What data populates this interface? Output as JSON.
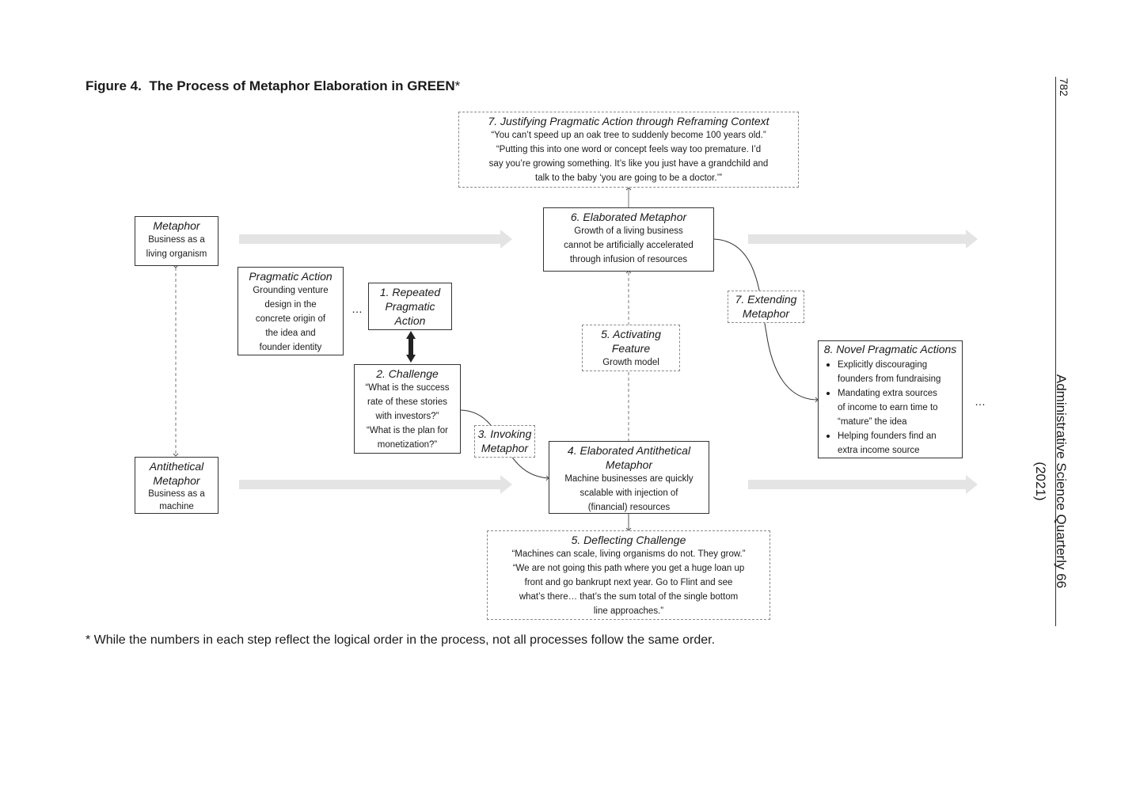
{
  "figure": {
    "label": "Figure 4.",
    "title": "The Process of Metaphor Elaboration in GREEN",
    "title_marker": "*",
    "footnote": "* While the numbers in each step reflect the logical order in the process, not all processes follow the same order."
  },
  "journal": {
    "name": "Administrative Science Quarterly 66 (2021)",
    "page": "782"
  },
  "boxes": {
    "metaphor": {
      "title": "Metaphor",
      "text": "Business as a\nliving organism"
    },
    "antithetical": {
      "title": "Antithetical\nMetaphor",
      "text": "Business as a\nmachine"
    },
    "pragmatic_action": {
      "title": "Pragmatic Action",
      "text": "Grounding venture\ndesign in the\nconcrete origin of\nthe idea and\nfounder identity"
    },
    "repeated": {
      "title": "1. Repeated\nPragmatic\nAction"
    },
    "challenge": {
      "title": "2. Challenge",
      "text": "“What is the success\nrate of these stories\nwith investors?”\n“What is the plan for\nmonetization?”"
    },
    "invoking": {
      "title": "3. Invoking\nMetaphor"
    },
    "elab_antithetical": {
      "title": "4. Elaborated Antithetical\nMetaphor",
      "text": "Machine businesses are quickly\nscalable with injection of\n(financial) resources"
    },
    "activating": {
      "title": "5. Activating\nFeature",
      "text": "Growth model"
    },
    "deflecting": {
      "title": "5. Deflecting Challenge",
      "text": "“Machines can scale, living organisms do not. They grow.”\n“We are not going this path where you get a huge loan up\nfront and go bankrupt next year. Go to Flint and see\nwhat’s there… that’s the sum total of the single bottom\nline approaches.”"
    },
    "elab_metaphor": {
      "title": "6. Elaborated Metaphor",
      "text": "Growth of a living business\ncannot be artificially accelerated\nthrough infusion of resources"
    },
    "justifying": {
      "title": "7. Justifying Pragmatic Action through Reframing Context",
      "text": "“You can’t speed up an oak tree to suddenly become 100 years old.”\n“Putting this into one word or concept feels way too premature. I’d\nsay you’re growing something. It’s like you just have a grandchild and\ntalk to the baby ‘you are going to be a doctor.’”"
    },
    "extending": {
      "title": "7. Extending\nMetaphor"
    },
    "novel": {
      "title": "8. Novel Pragmatic Actions",
      "items": [
        "Explicitly discouraging\nfounders from fundraising",
        "Mandating extra sources\nof income to earn time to\n“mature” the idea",
        "Helping founders find an\nextra income source"
      ]
    }
  },
  "ellipses": {
    "left": "…",
    "right": "…"
  }
}
